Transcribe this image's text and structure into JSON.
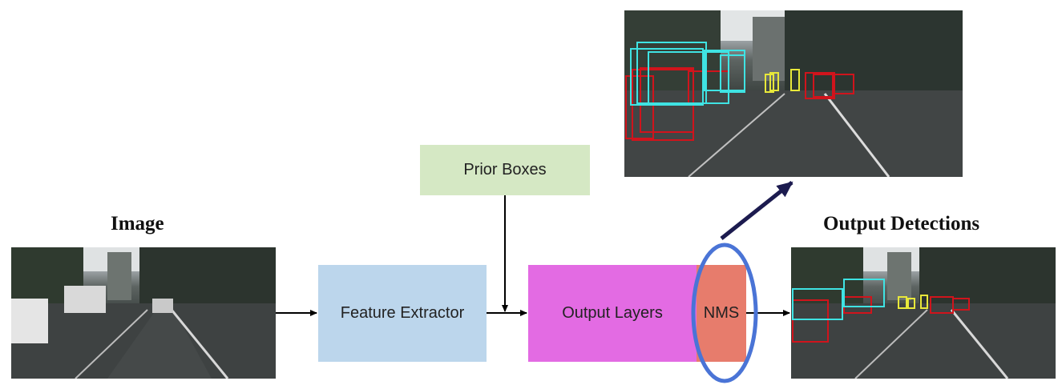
{
  "labels": {
    "image_title": "Image",
    "output_title": "Output Detections"
  },
  "boxes": {
    "prior_boxes": "Prior Boxes",
    "feature_extractor": "Feature Extractor",
    "output_layers": "Output Layers",
    "nms": "NMS"
  },
  "colors": {
    "prior_boxes_fill": "#d5e8c4",
    "feature_extractor_fill": "#bcd6ec",
    "output_layers_fill": "#e36be3",
    "nms_fill": "#e77c6c",
    "highlight_ellipse": "#4a74d6",
    "arrow_dark": "#1c1b4f",
    "detection_car": "#d0141c",
    "detection_truck": "#3fe3e3",
    "detection_pedestrian": "#e8e83a"
  }
}
